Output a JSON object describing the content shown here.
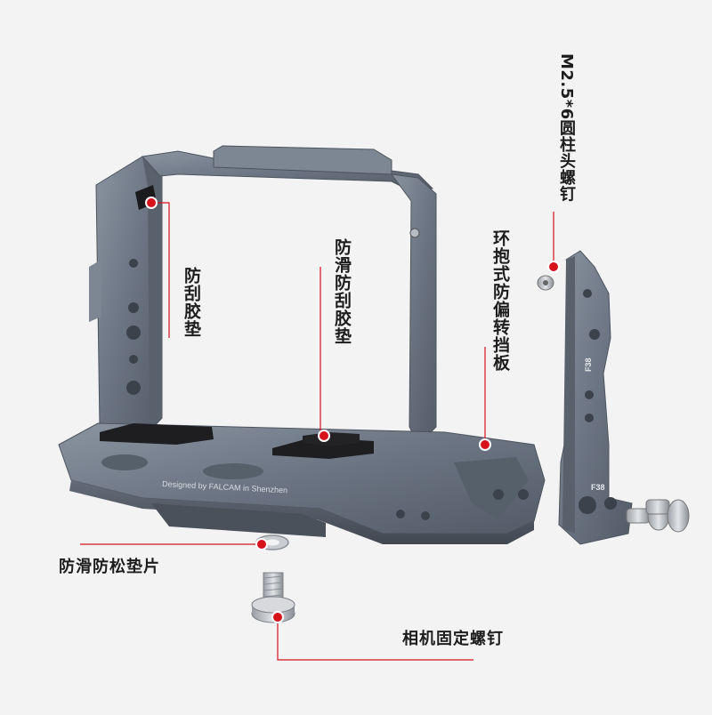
{
  "labels": {
    "screw_top": "M2.5*6圆柱头螺钉",
    "pad_left": "防刮胶垫",
    "pad_center": "防滑防刮胶垫",
    "wrap_plate": "环抱式防偏转挡板",
    "washer": "防滑防松垫片",
    "camera_screw": "相机固定螺钉"
  },
  "engravings": {
    "designed_by": "Designed by FALCAM in Shenzhen",
    "plate_mark_1": "F38",
    "plate_mark_2": "F38"
  },
  "colors": {
    "background": "#f3f3f4",
    "cage_metal": "#6f7886",
    "callout_red": "#d6121b",
    "text": "#1d1d1d"
  }
}
